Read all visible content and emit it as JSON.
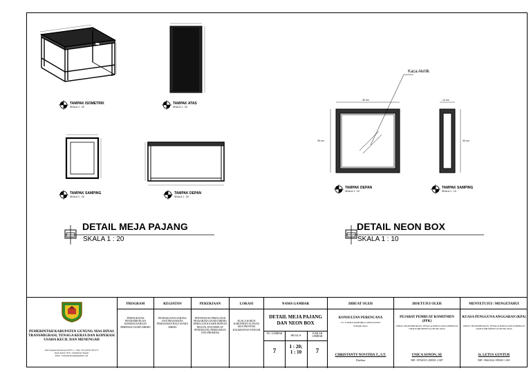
{
  "drawing": {
    "meja": {
      "title": "DETAIL MEJA PAJANG",
      "scale": "SKALA 1 : 20",
      "views": {
        "isometric": {
          "title": "TAMPAK ISOMETRIK",
          "scale": "SKALA 1 : 20"
        },
        "atas": {
          "title": "TAMPAK ATAS",
          "scale": "SKALA 1 : 20"
        },
        "samping": {
          "title": "TAMPAK SAMPING",
          "scale": "SKALA 1 : 20"
        },
        "depan": {
          "title": "TAMPAK DEPAN",
          "scale": "SKALA 1 : 20"
        }
      }
    },
    "neon": {
      "title": "DETAIL NEON BOX",
      "scale": "SKALA 1 : 10",
      "callout": "Kaca Akrilik",
      "dim_width": "30 cm",
      "dim_height": "30 cm",
      "dim_side_width": "12 cm",
      "dim_side_height": "30 cm",
      "views": {
        "depan": {
          "title": "TAMPAK DEPAN",
          "scale": "SKALA 1 : 10"
        },
        "samping": {
          "title": "TAMPAK SAMPING",
          "scale": "SKALA 1 : 10"
        }
      }
    }
  },
  "title_block": {
    "owner": {
      "name": "PEMERINTAH KABUPATEN GUNUNG MAS DINAS TRANSMIGRASI, TENAGA KERJA DAN KOPERASI USAHA KECIL DAN MENENGAH",
      "address": "Jalan Sengaun (Spansorpet) RT 8 o. 1 Telp / Fax (0537) 3031772",
      "address2": "Kuala Kurun 74511 | Kalimantan Tengah",
      "email": "Email : transnakerkopukm@gmail.com"
    },
    "program": {
      "header": "PROGRAM",
      "text": "PENINGKATAN PENGEMBANGAN KEWIRAUSAHAAN BERBASIS USAHA MIKRO"
    },
    "kegiatan": {
      "header": "KEGIATAN",
      "text": "PENINGKATAN SARANA DAN PRASARANA PEMASARAN BAGI USAHA MIKRO"
    },
    "pekerjaan": {
      "header": "PEKERJAAN",
      "text": "PENYEDIAAN PERALATAN PRASARANA USAHA MIKRO (PERALATAN KASIR DISPLAY DIGITAL DAN DISPLAY PENDUKUNG PEMASARAN DAN PROMOSI)"
    },
    "lokasi": {
      "header": "LOKASI",
      "text": "KUALA KURUN KABUPATEN GUNUNG MAS PROVINSI KALIMANTAN TENGAH"
    },
    "nama_gambar": {
      "header": "NAMA GAMBAR",
      "title": "DETAIL MEJA PAJANG DAN NEON BOX",
      "no_label": "NO. GAMBAR",
      "skala_label": "SKALA",
      "jumlah_label": "JUMLAH LEMBAR",
      "no": "7",
      "skala": "1 : 20; 1 : 10",
      "jumlah": "7"
    },
    "dibuat": {
      "header": "DIBUAT OLEH",
      "role": "KONSULTAN PERENCANA",
      "company": "CV. UTAMA MANDIRA CONSULTANT",
      "city": "Palangka Raya",
      "person": "CHRISTANTY NOVITHA T., S.T.",
      "title": "Direktur"
    },
    "disetujui": {
      "header": "DISETUJUI OLEH",
      "role": "PEJABAT PEMBUAT KOMITMEN (PPK)",
      "org": "DINAS TRANSMIGRASI, TENAGA KERJA DAN KOPERASI UKM KABUPATEN GUNUNG MAS",
      "person": "UNICA SONON, SE",
      "nip": "NIP. 19760315 200501 2 007"
    },
    "menyetujui": {
      "header": "MENYETUJUI / MENGETAHUI",
      "role": "KUASA PENGGUNA ANGGARAN (KPA)",
      "org": "DINAS TRANSMIGRASI, TENAGA KERJA DAN KOPERASI UKM KABUPATEN GUNUNG MAS",
      "person": "Ir. LETUS GUNTUR",
      "nip": "NIP. 19661024 199303 1 001"
    }
  }
}
